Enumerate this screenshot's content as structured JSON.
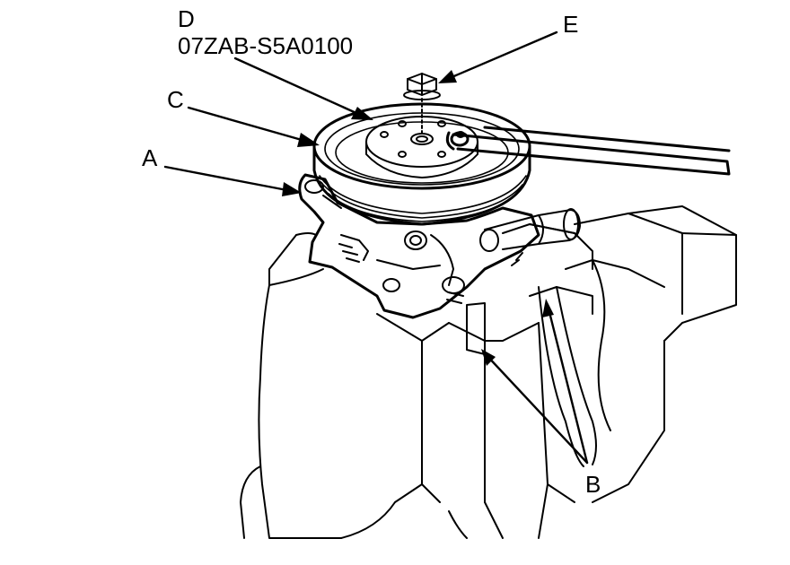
{
  "diagram": {
    "callouts": {
      "a": "A",
      "b": "B",
      "c": "C",
      "d": "D",
      "part_number": "07ZAB-S5A0100",
      "e": "E"
    }
  },
  "colors": {
    "line": "#000000",
    "background": "#ffffff"
  }
}
